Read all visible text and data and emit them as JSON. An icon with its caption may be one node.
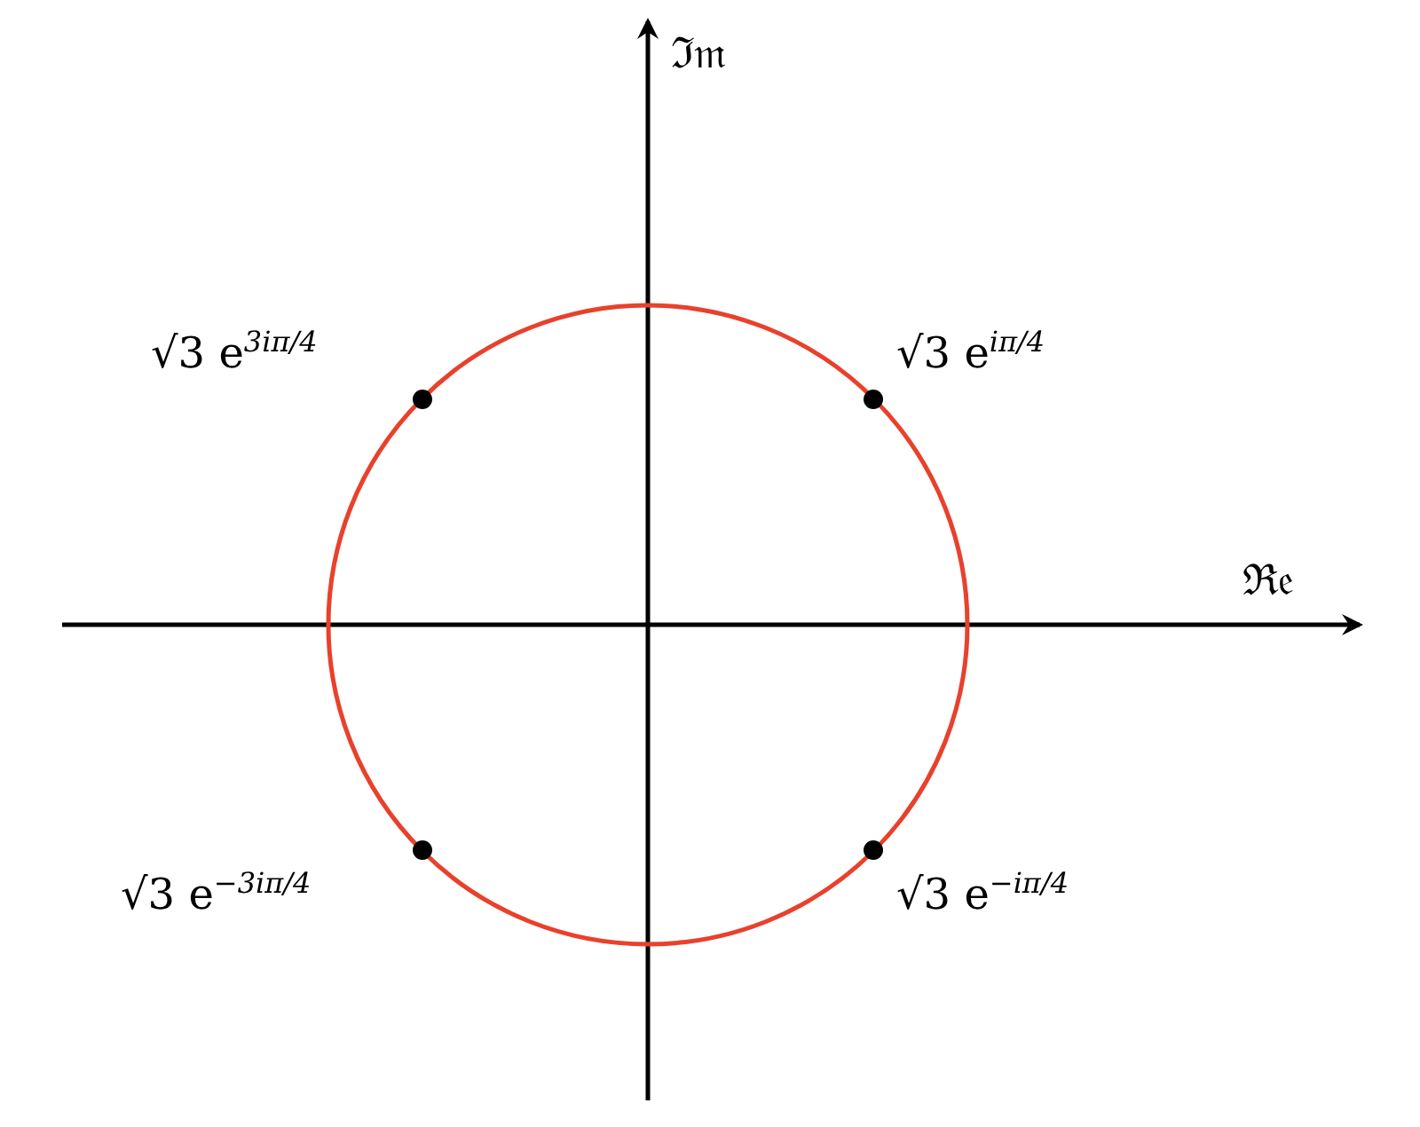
{
  "diagram": {
    "labels": [
      "ℑ𝔪",
      "√3 e$^{3iπ/4}$",
      "√3 e$^{iπ/4}$",
      "ℜ𝔢",
      "√3 e$^{−3iπ/4}$",
      "√3 e$^{−iπ/4}$"
    ]
  }
}
